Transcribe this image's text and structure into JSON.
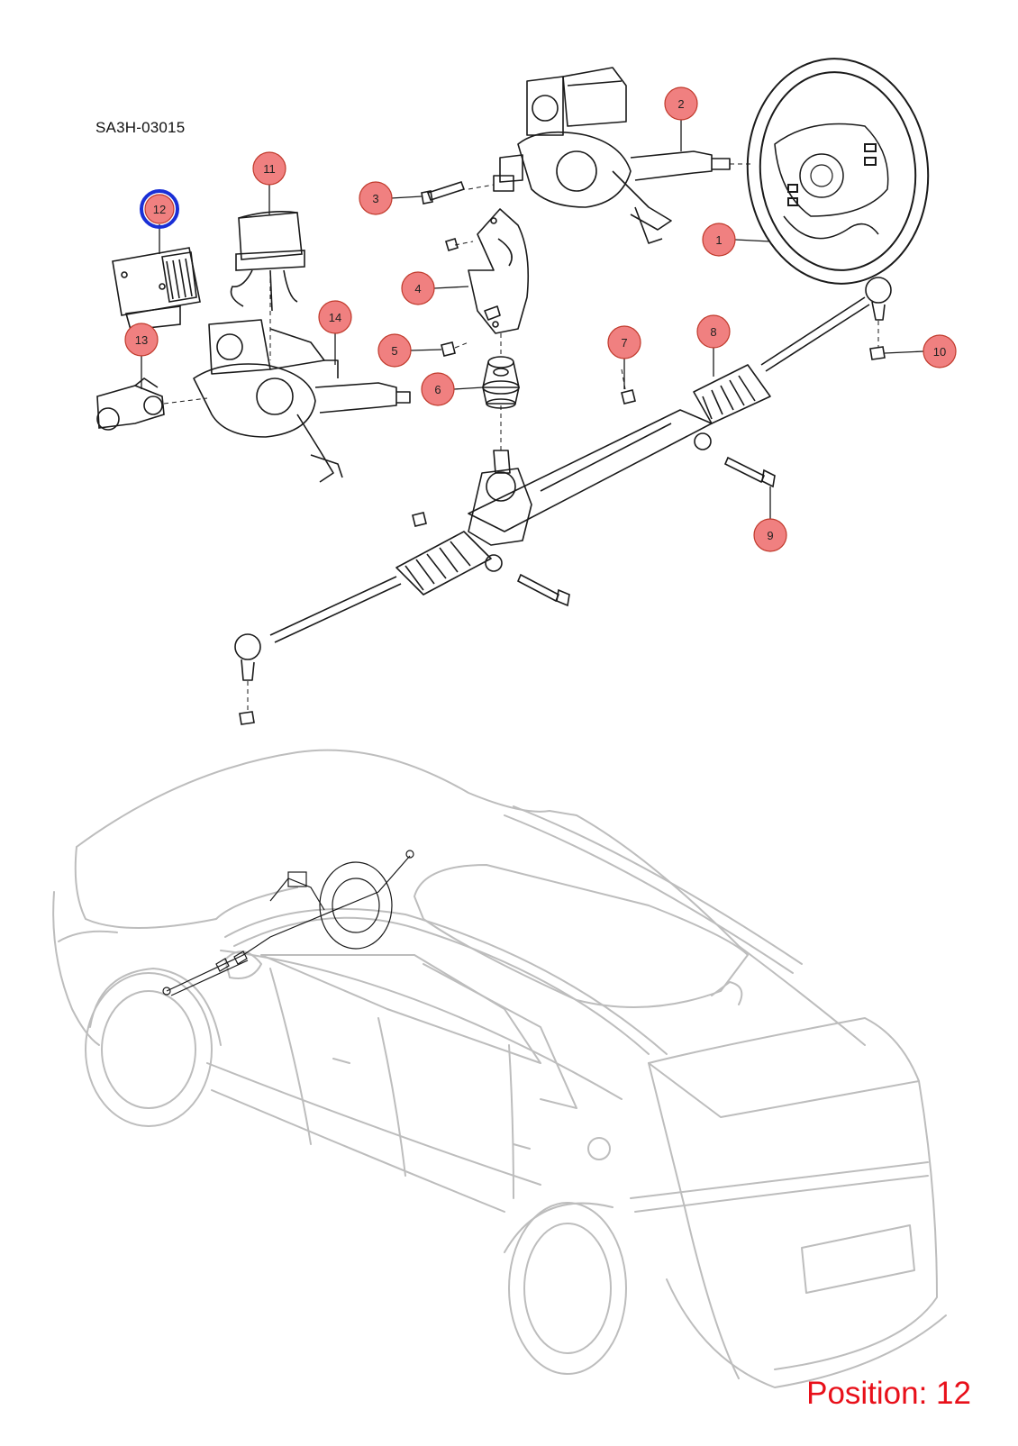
{
  "diagram_code": "SA3H-03015",
  "position_label": "Position: 12",
  "selected_callout": "12",
  "colors": {
    "callout_fill": "#f08080",
    "callout_stroke": "#c0392b",
    "highlight_ring": "#1a2fd6",
    "position_text": "#e8101a",
    "vehicle_outline": "#bdbdbd",
    "part_outline": "#1a1a1a"
  },
  "callouts": [
    {
      "id": "1",
      "label": "1"
    },
    {
      "id": "2",
      "label": "2"
    },
    {
      "id": "3",
      "label": "3"
    },
    {
      "id": "4",
      "label": "4"
    },
    {
      "id": "5",
      "label": "5"
    },
    {
      "id": "6",
      "label": "6"
    },
    {
      "id": "7",
      "label": "7"
    },
    {
      "id": "8",
      "label": "8"
    },
    {
      "id": "9",
      "label": "9"
    },
    {
      "id": "10",
      "label": "10"
    },
    {
      "id": "11",
      "label": "11"
    },
    {
      "id": "12",
      "label": "12"
    },
    {
      "id": "13",
      "label": "13"
    },
    {
      "id": "14",
      "label": "14"
    }
  ],
  "icons": [
    "steering-wheel-icon",
    "steering-column-icon",
    "steering-rack-icon",
    "vehicle-outline-icon"
  ]
}
